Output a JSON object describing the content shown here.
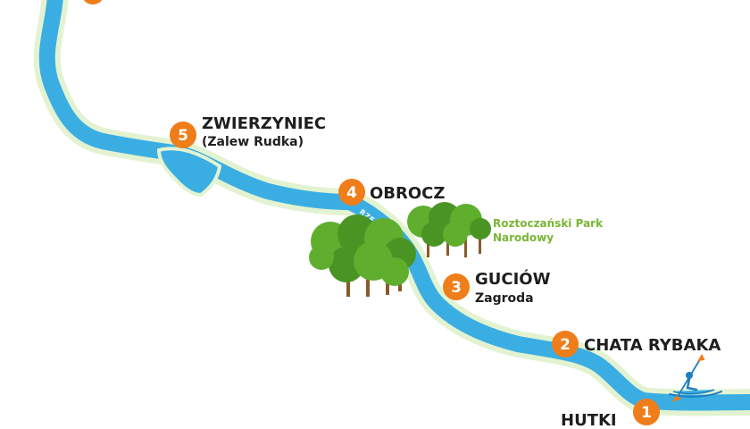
{
  "map": {
    "river_label": "RZEKA WIEPRZ",
    "park_label_line1": "Roztoczański Park",
    "park_label_line2": "Narodowy",
    "stops": [
      {
        "number": "5",
        "name": "ZWIERZYNIEC",
        "subtitle": "(Zalew Rudka)"
      },
      {
        "number": "4",
        "name": "OBROCZ",
        "subtitle": ""
      },
      {
        "number": "3",
        "name": "GUCIÓW",
        "subtitle": "Zagroda"
      },
      {
        "number": "2",
        "name": "CHATA RYBAKA",
        "subtitle": ""
      },
      {
        "number": "1",
        "name": "HUTKI",
        "subtitle": ""
      }
    ],
    "colors": {
      "river": "#3aaee2",
      "river_dark": "#1d7fbf",
      "river_halo": "#e3f3d2",
      "marker": "#ee7d1a",
      "tree_canopy": "#5fae2e",
      "tree_canopy_dark": "#4a9424",
      "tree_trunk": "#8a5a2b",
      "park_text": "#7ab534"
    },
    "icons": [
      "kayak-paddler-icon",
      "tree-cluster-icon"
    ]
  }
}
